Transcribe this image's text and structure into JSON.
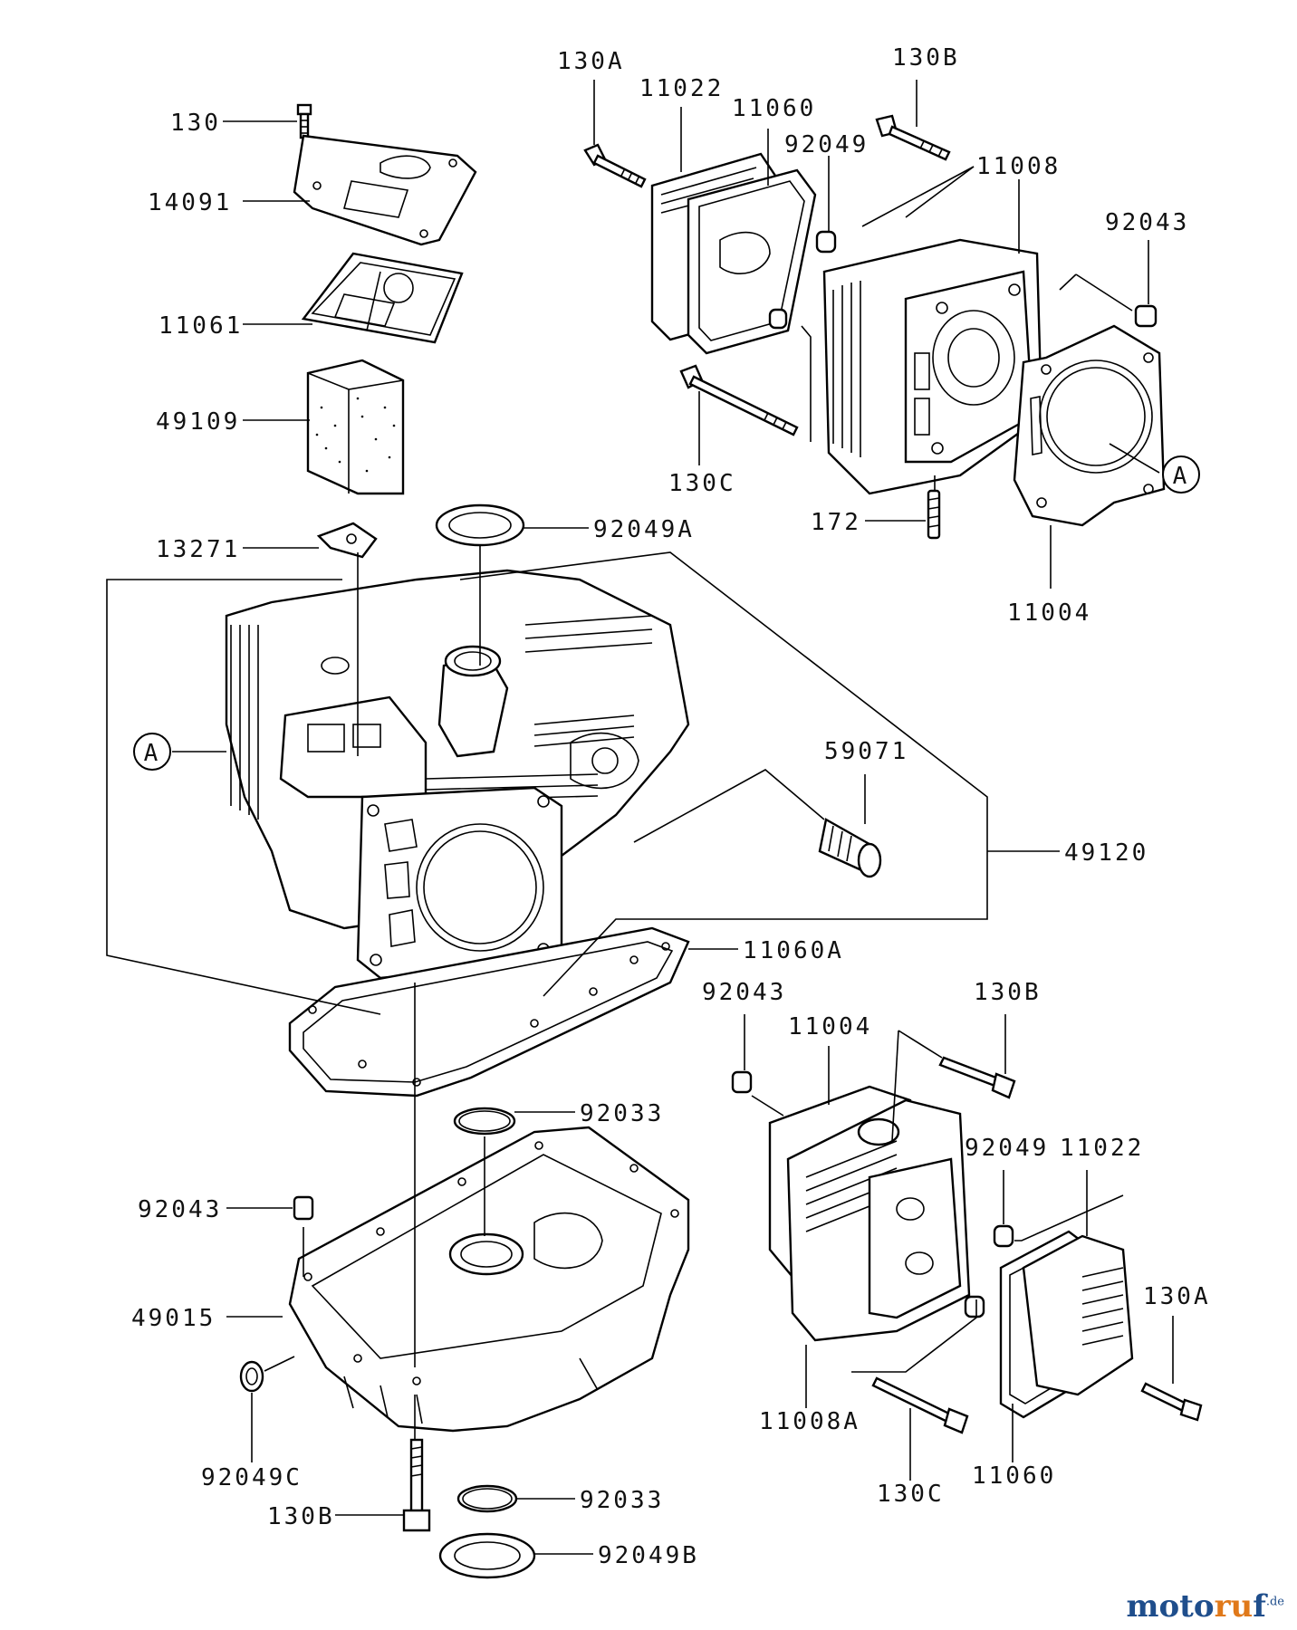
{
  "callout_labels": {
    "A1": "A",
    "A2": "A"
  },
  "part_labels": {
    "p130": "130",
    "p14091": "14091",
    "p11061": "11061",
    "p49109": "49109",
    "p13271": "13271",
    "p92049A": "92049A",
    "p130A_top": "130A",
    "p11022_top": "11022",
    "p11060_top": "11060",
    "p92049_top": "92049",
    "p130B_top": "130B",
    "p11008": "11008",
    "p92043_top": "92043",
    "p130C_top": "130C",
    "p172": "172",
    "p11004_top": "11004",
    "p59071": "59071",
    "p49120": "49120",
    "p11060A": "11060A",
    "p92043_mid": "92043",
    "p11004_mid": "11004",
    "p130B_mid": "130B",
    "p92033_top": "92033",
    "p92049_mid": "92049",
    "p11022_mid": "11022",
    "p92043_left": "92043",
    "p49015": "49015",
    "p130A_mid": "130A",
    "p92049C": "92049C",
    "p11008A": "11008A",
    "p130C_bot": "130C",
    "p11060_bot": "11060",
    "p130B_bot": "130B",
    "p92033_bot": "92033",
    "p92049B": "92049B"
  },
  "watermark": {
    "part1": "moto",
    "part2": "ru",
    "part3": "f",
    "suffix": ".de"
  },
  "colors": {
    "line": "#000000",
    "background": "#ffffff",
    "watermark_blue": "#1f4e8c",
    "watermark_orange": "#e0791a"
  }
}
